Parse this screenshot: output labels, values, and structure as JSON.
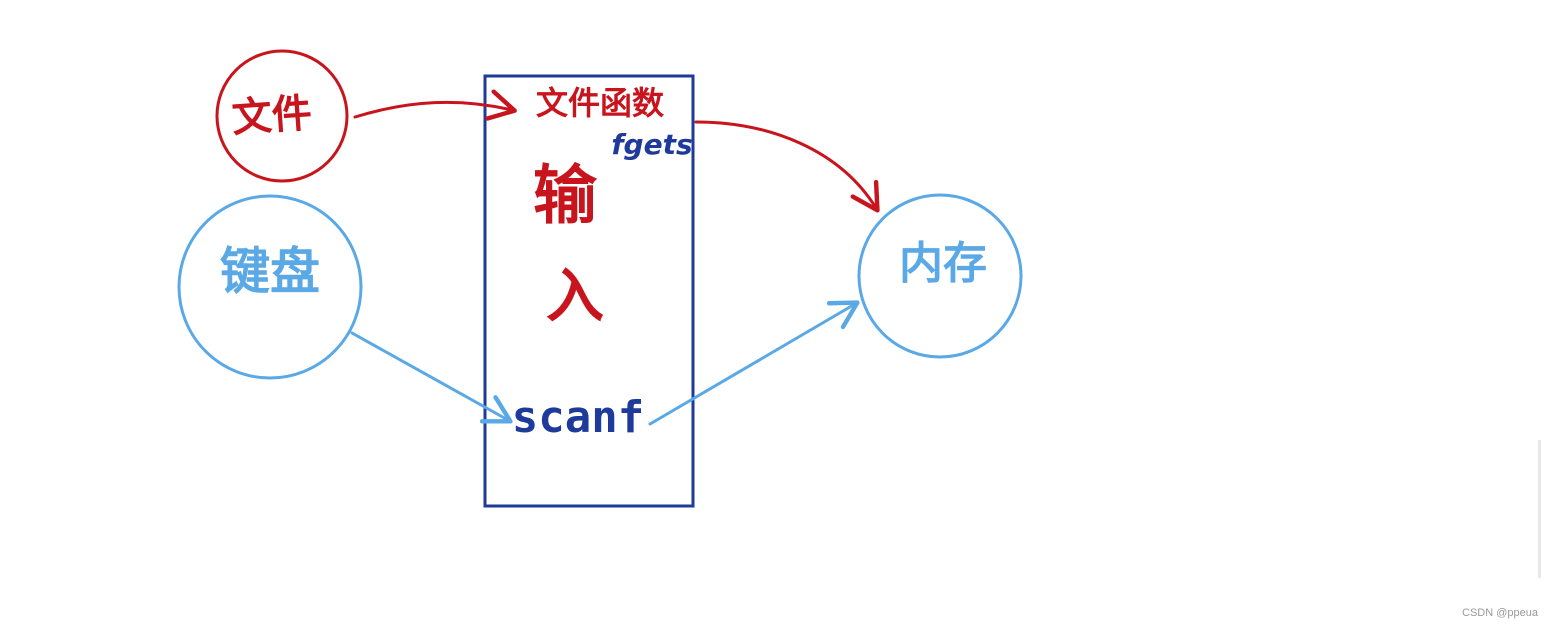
{
  "colors": {
    "red": "#c8141c",
    "light_blue": "#5aa9e6",
    "dark_blue": "#1e3a9a",
    "watermark": "#9a9a9a"
  },
  "nodes": {
    "file": "文件",
    "keyboard": "键盘",
    "memory": "内存"
  },
  "box": {
    "file_function": "文件函数",
    "fgets": "fgets",
    "input_char_1": "输",
    "input_char_2": "入",
    "scanf": "scanf"
  },
  "watermark": "CSDN @ppeua"
}
